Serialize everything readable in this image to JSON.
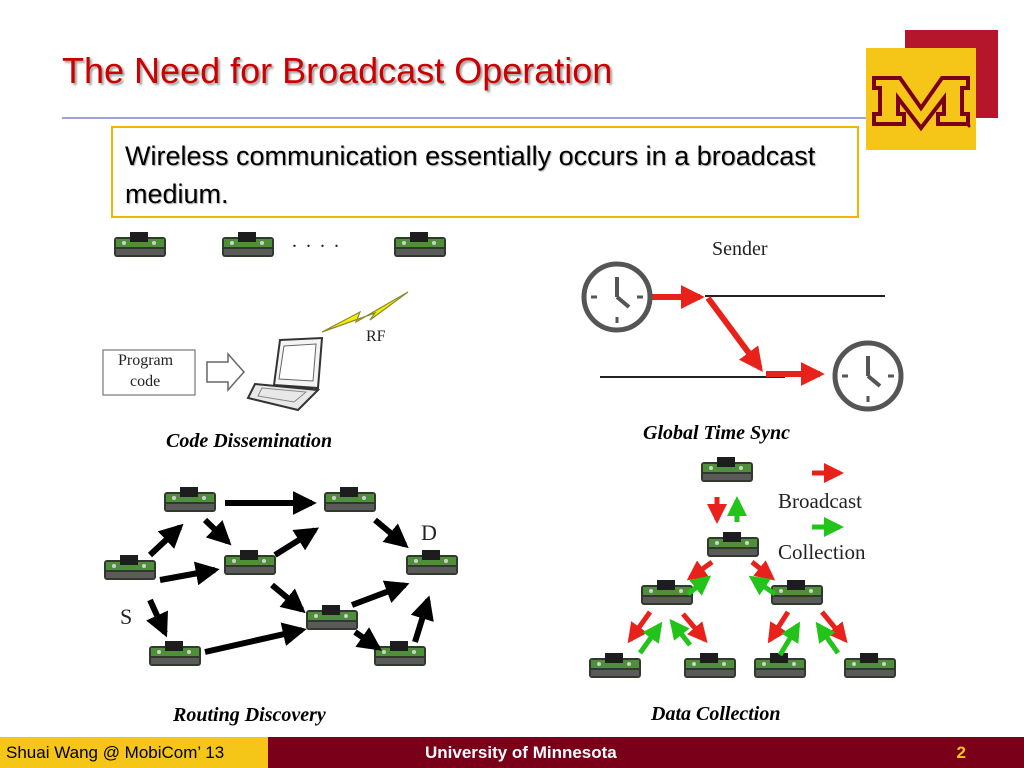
{
  "slide": {
    "title": "The Need for Broadcast Operation",
    "callout": "Wireless communication essentially occurs in a broadcast medium."
  },
  "code_dissemination": {
    "caption": "Code Dissemination",
    "program_box_line1": "Program",
    "program_box_line2": "code",
    "rf_label": "RF",
    "ellipsis": ". . . ."
  },
  "time_sync": {
    "caption": "Global Time Sync",
    "sender_label": "Sender"
  },
  "routing": {
    "caption": "Routing Discovery",
    "source_label": "S",
    "dest_label": "D"
  },
  "data_collection": {
    "caption": "Data Collection",
    "legend_broadcast": "Broadcast",
    "legend_collection": "Collection",
    "broadcast_color": "#e8221b",
    "collection_color": "#22c41a"
  },
  "footer": {
    "author": "Shuai Wang @ MobiCom’ 13",
    "institution": "University of Minnesota",
    "page": "2"
  },
  "colors": {
    "title": "#cc0000",
    "maroon": "#7a0019",
    "gold": "#f5c518"
  }
}
